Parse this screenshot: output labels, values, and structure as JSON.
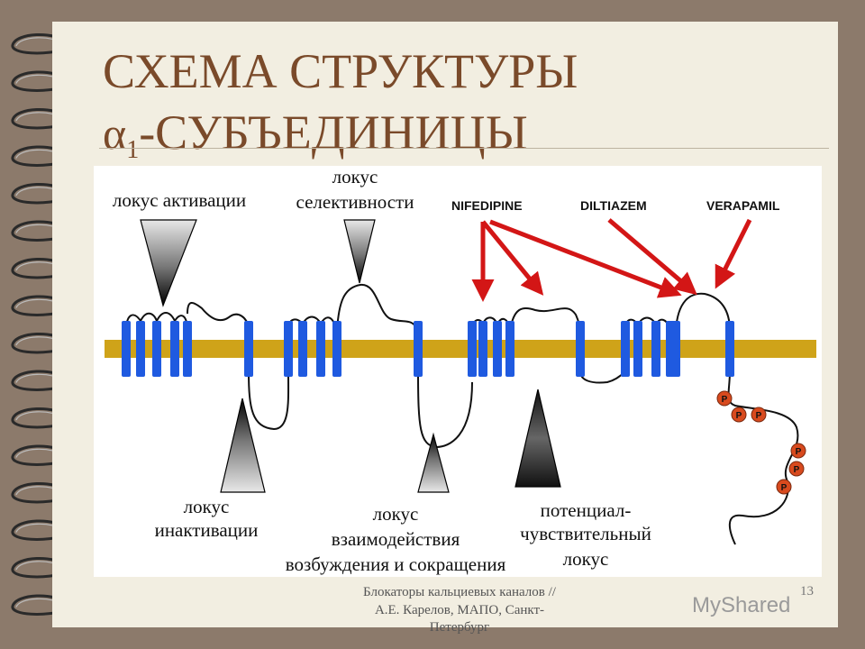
{
  "title": {
    "line1": "СХЕМА СТРУКТУРЫ",
    "alpha": "α",
    "subscript": "1",
    "line2_rest": "-СУБЪЕДИНИЦЫ"
  },
  "labels": {
    "activation": "локус активации",
    "selectivity_1": "локус",
    "selectivity_2": "селективности",
    "inactivation_1": "локус",
    "inactivation_2": "инактивации",
    "coupling_1": "локус",
    "coupling_2": "взаимодействия",
    "coupling_3": "возбуждения и сокращения",
    "voltage_1": "потенциал-",
    "voltage_2": "чувствительный",
    "voltage_3": "локус"
  },
  "drugs": {
    "nifedipine": "NIFEDIPINE",
    "diltiazem": "DILTIAZEM",
    "verapamil": "VERAPAMIL"
  },
  "phospho_label": "P",
  "footer": {
    "line1": "Блокаторы кальциевых каналов //",
    "line2": "А.Е. Карелов, МАПО, Санкт-",
    "line3": "Петербург",
    "slide_number": "13"
  },
  "watermark": "MyShared",
  "colors": {
    "title": "#7a4a2a",
    "membrane": "#cfa319",
    "helix": "#1f5ae0",
    "drug_arrow": "#d31616",
    "phospho": "#d84a1e",
    "page": "#f2eee1",
    "frame": "#8c7a6b"
  }
}
